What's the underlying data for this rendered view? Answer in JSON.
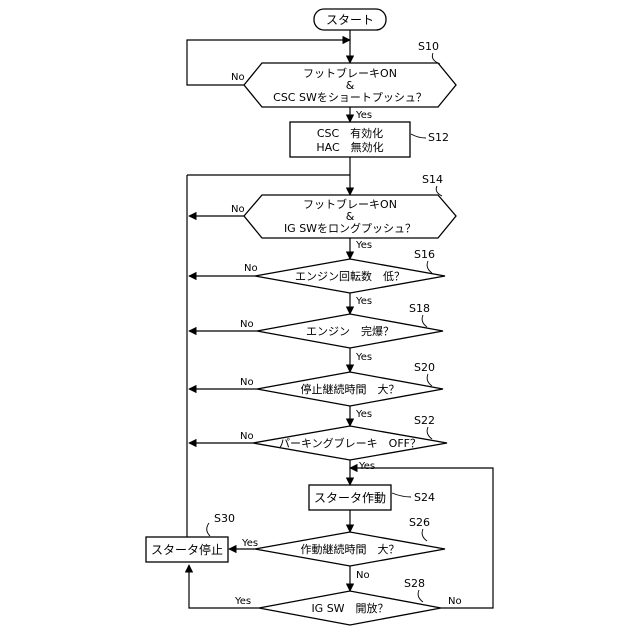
{
  "start": {
    "label": "スタート"
  },
  "s10": {
    "id": "S10",
    "lines": [
      "フットブレーキON",
      "&",
      "CSC SWをショートプッシュ？"
    ],
    "no": "No",
    "yes": "Yes"
  },
  "s12": {
    "id": "S12",
    "lines": [
      "CSC　有効化",
      "HAC　無効化"
    ]
  },
  "s14": {
    "id": "S14",
    "lines": [
      "フットブレーキON",
      "&",
      "IG SWをロングプッシュ？"
    ],
    "no": "No",
    "yes": "Yes"
  },
  "s16": {
    "id": "S16",
    "text": "エンジン回転数　低？",
    "no": "No",
    "yes": "Yes"
  },
  "s18": {
    "id": "S18",
    "text": "エンジン　完爆？",
    "no": "No",
    "yes": "Yes"
  },
  "s20": {
    "id": "S20",
    "text": "停止継続時間　大？",
    "no": "No",
    "yes": "Yes"
  },
  "s22": {
    "id": "S22",
    "text": "パーキングブレーキ　OFF？",
    "no": "No",
    "yes": "Yes"
  },
  "s24": {
    "id": "S24",
    "text": "スタータ作動"
  },
  "s26": {
    "id": "S26",
    "text": "作動継続時間　大？",
    "no": "No",
    "yes": "Yes"
  },
  "s28": {
    "id": "S28",
    "text": "IG SW　開放？",
    "no": "No",
    "yes": "Yes"
  },
  "s30": {
    "id": "S30",
    "text": "スタータ停止"
  }
}
